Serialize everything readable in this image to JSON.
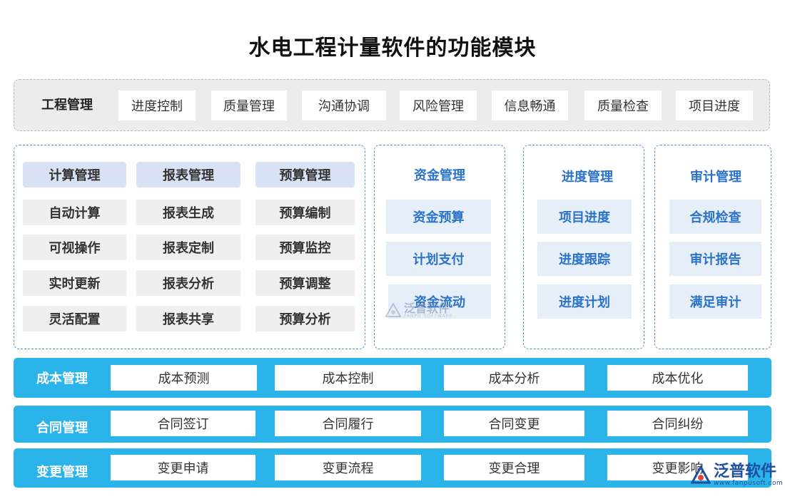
{
  "title": "水电工程计量软件的功能模块",
  "top": {
    "label": "工程管理",
    "items": [
      "进度控制",
      "质量管理",
      "沟通协调",
      "风险管理",
      "信息畅通",
      "质量检查",
      "项目进度"
    ]
  },
  "panel1": {
    "columns": [
      {
        "head": "计算管理",
        "items": [
          "自动计算",
          "可视操作",
          "实时更新",
          "灵活配置"
        ]
      },
      {
        "head": "报表管理",
        "items": [
          "报表生成",
          "报表定制",
          "报表分析",
          "报表共享"
        ]
      },
      {
        "head": "预算管理",
        "items": [
          "预算编制",
          "预算监控",
          "预算调整",
          "预算分析"
        ]
      }
    ]
  },
  "panel2": {
    "head": "资金管理",
    "items": [
      "资金预算",
      "计划支付",
      "资金流动"
    ]
  },
  "panel3": {
    "head": "进度管理",
    "items": [
      "项目进度",
      "进度跟踪",
      "进度计划"
    ]
  },
  "panel4": {
    "head": "审计管理",
    "items": [
      "合规检查",
      "审计报告",
      "满足审计"
    ]
  },
  "bands": [
    {
      "label": "成本管理",
      "items": [
        "成本预测",
        "成本控制",
        "成本分析",
        "成本优化"
      ]
    },
    {
      "label": "合同管理",
      "items": [
        "合同签订",
        "合同履行",
        "合同变更",
        "合同纠纷"
      ]
    },
    {
      "label": "变更管理",
      "items": [
        "变更申请",
        "变更流程",
        "变更合理",
        "变更影响"
      ]
    }
  ],
  "watermark": {
    "name": "泛普软件",
    "sub": "FANPU SOFTWARE"
  },
  "logo": {
    "name": "泛普软件",
    "url": "www.fanpusoft.com"
  },
  "colors": {
    "band": "#2ab4ea",
    "accent": "#2a73c9",
    "head_chip": "#d9e1f4",
    "blue_chip": "#e6eef8"
  }
}
